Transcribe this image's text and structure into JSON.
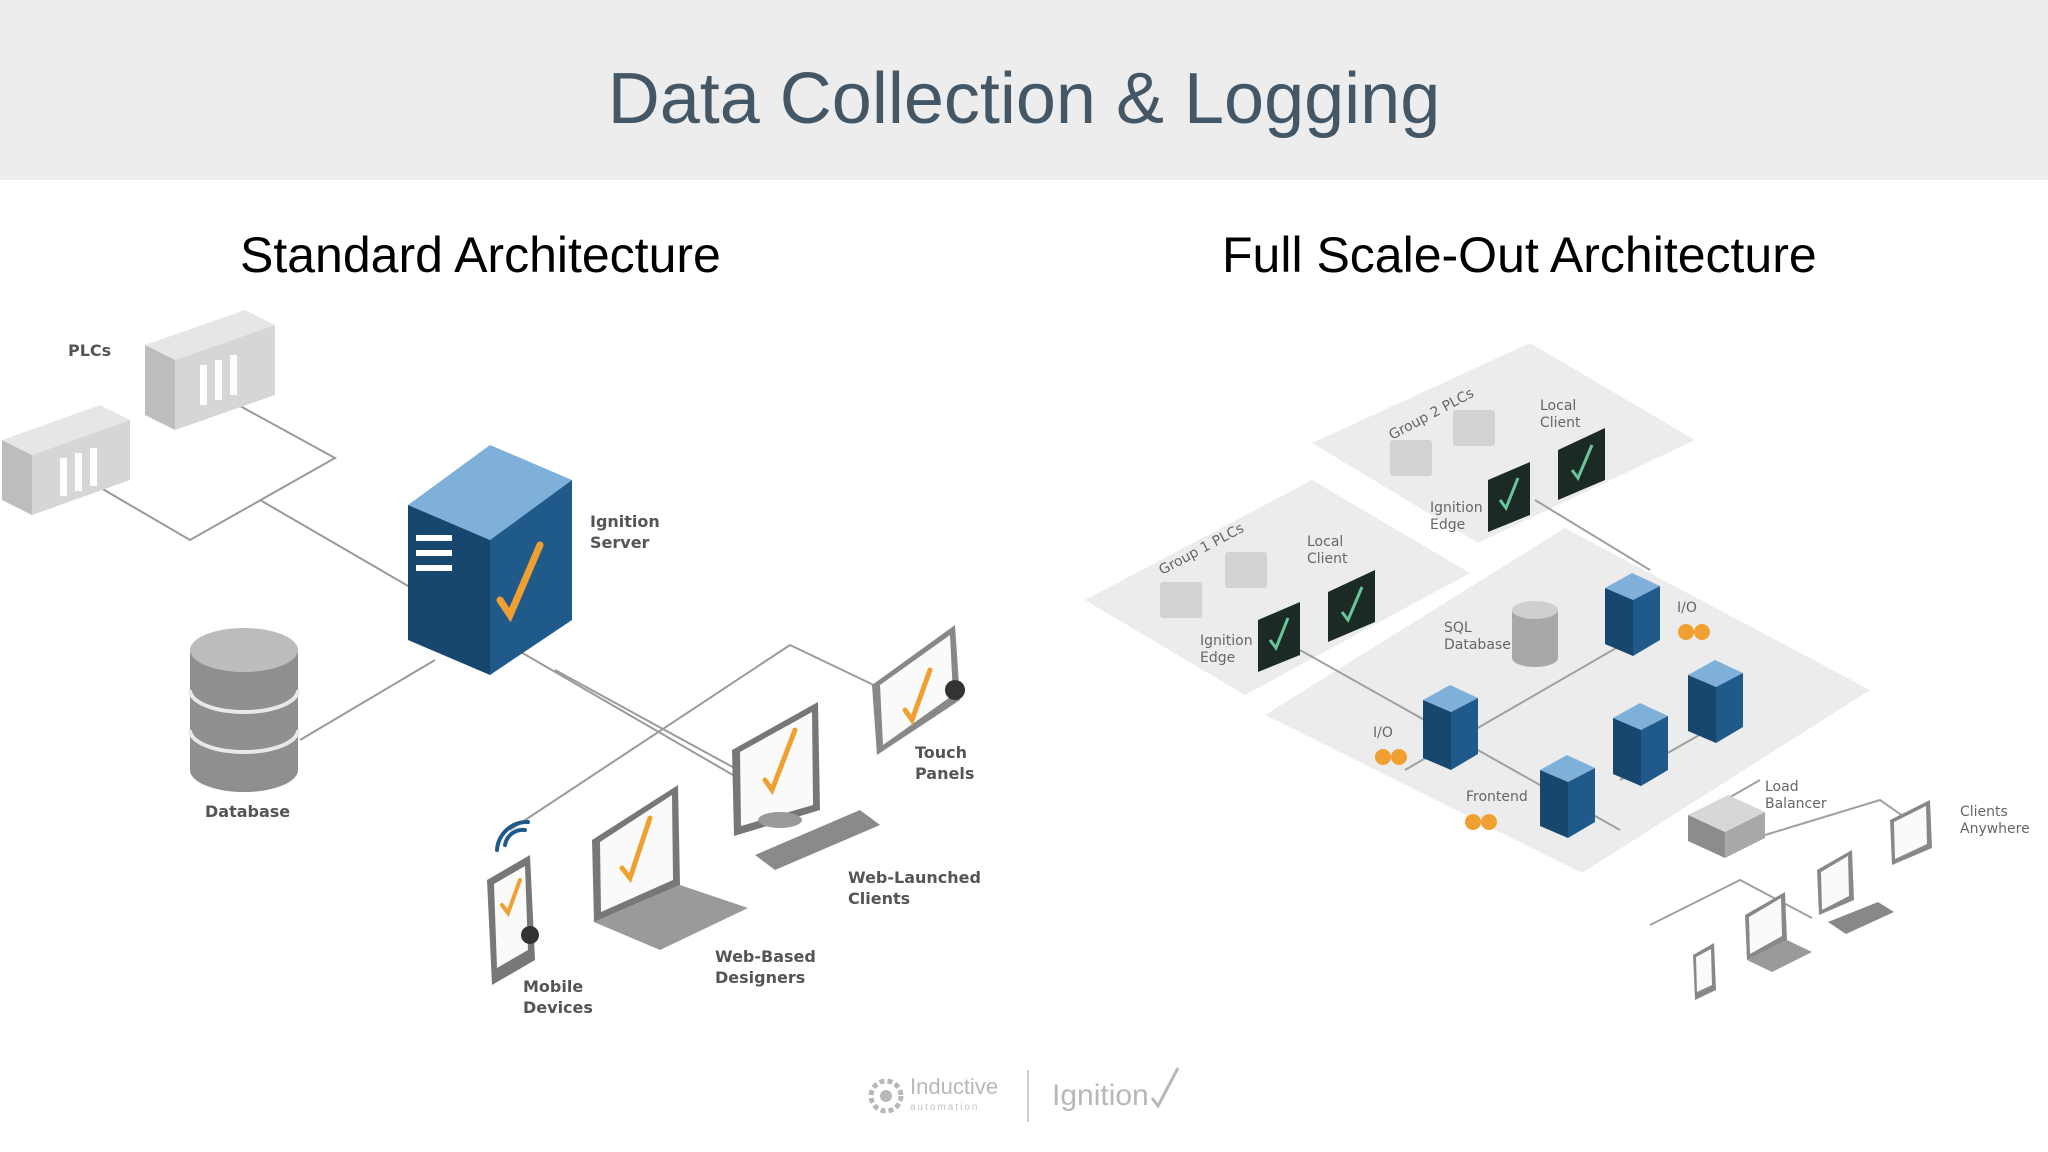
{
  "slide": {
    "title": "Data Collection & Logging",
    "left_subtitle": "Standard Architecture",
    "right_subtitle": "Full Scale-Out Architecture"
  },
  "standard": {
    "plcs": "PLCs",
    "server": [
      "Ignition",
      "Server"
    ],
    "database": "Database",
    "touch": [
      "Touch",
      "Panels"
    ],
    "web_launched": [
      "Web-Launched",
      "Clients"
    ],
    "web_based": [
      "Web-Based",
      "Designers"
    ],
    "mobile": [
      "Mobile",
      "Devices"
    ]
  },
  "scaleout": {
    "group2": "Group 2 PLCs",
    "group1": "Group 1 PLCs",
    "local_client": [
      "Local",
      "Client"
    ],
    "edge": [
      "Ignition",
      "Edge"
    ],
    "io": "I/O",
    "sql": [
      "SQL",
      "Database"
    ],
    "frontend": "Frontend",
    "load_balancer": [
      "Load",
      "Balancer"
    ],
    "clients_anywhere": [
      "Clients",
      "Anywhere"
    ]
  },
  "footer": {
    "brand1": "Inductive",
    "brand1_sub": "automation",
    "brand2": "Ignition"
  },
  "colors": {
    "title": "#445766",
    "server_blue": "#1f5a8a",
    "server_top": "#7fb0da",
    "accent_orange": "#f0a030",
    "gray_hw": "#cfcfcf"
  }
}
